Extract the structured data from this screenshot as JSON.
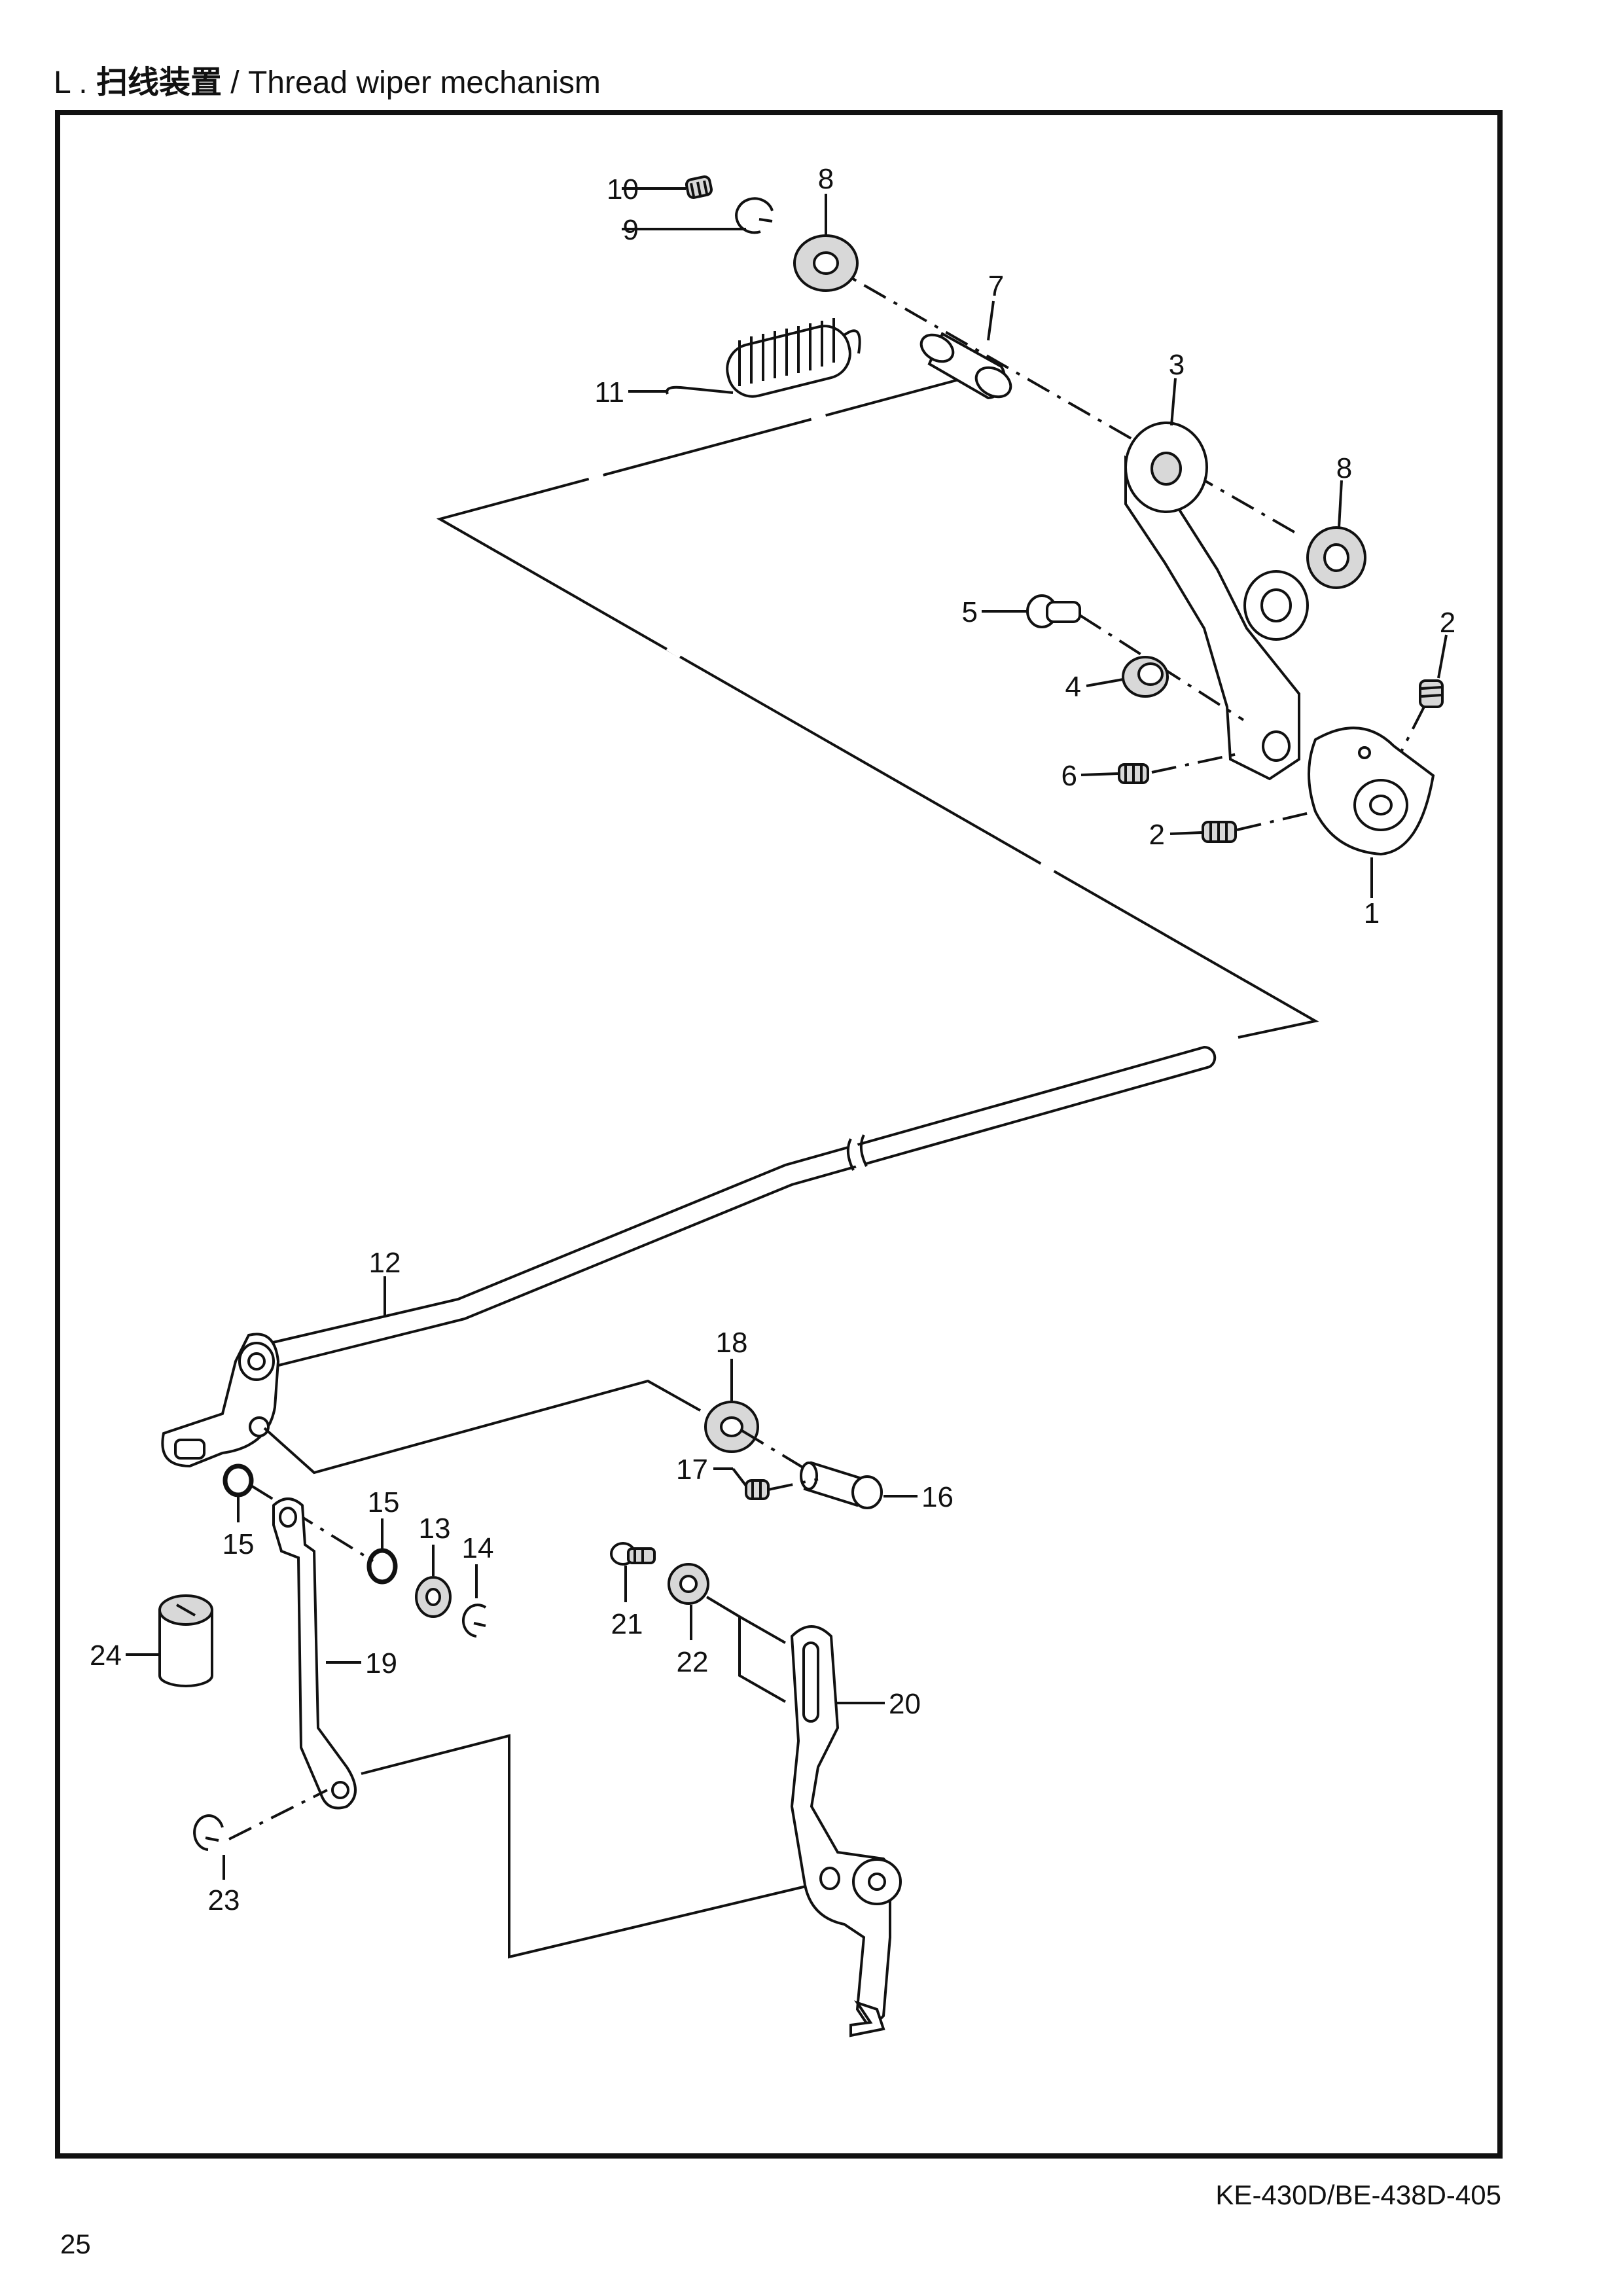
{
  "header": {
    "section_letter": "L .",
    "title_zh": "扫线装置",
    "separator": "/",
    "title_en": "Thread wiper mechanism"
  },
  "footer": {
    "model": "KE-430D/BE-438D-405",
    "page_number": "25"
  },
  "diagram": {
    "part_labels": {
      "p1": "1",
      "p2a": "2",
      "p2b": "2",
      "p3": "3",
      "p4": "4",
      "p5": "5",
      "p6": "6",
      "p7": "7",
      "p8a": "8",
      "p8b": "8",
      "p9": "9",
      "p10": "10",
      "p11": "11",
      "p12": "12",
      "p13": "13",
      "p14": "14",
      "p15a": "15",
      "p15b": "15",
      "p16": "16",
      "p17": "17",
      "p18": "18",
      "p19": "19",
      "p20": "20",
      "p21": "21",
      "p22": "22",
      "p23": "23",
      "p24": "24"
    }
  }
}
